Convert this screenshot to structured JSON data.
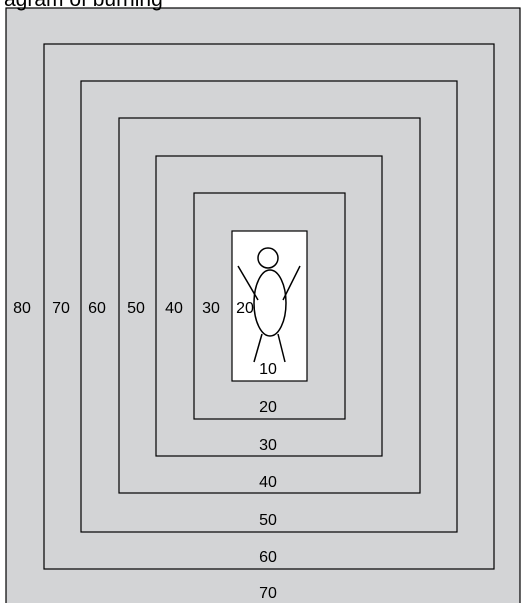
{
  "diagram": {
    "title": "agram of burning",
    "colors": {
      "background": "#d3d4d6",
      "inner": "#ffffff",
      "stroke": "#000000"
    },
    "left_labels": [
      "80",
      "70",
      "60",
      "50",
      "40",
      "30",
      "20"
    ],
    "bottom_labels": [
      "10",
      "20",
      "30",
      "40",
      "50",
      "60",
      "70"
    ],
    "figure_icon": "person-figure-icon"
  }
}
